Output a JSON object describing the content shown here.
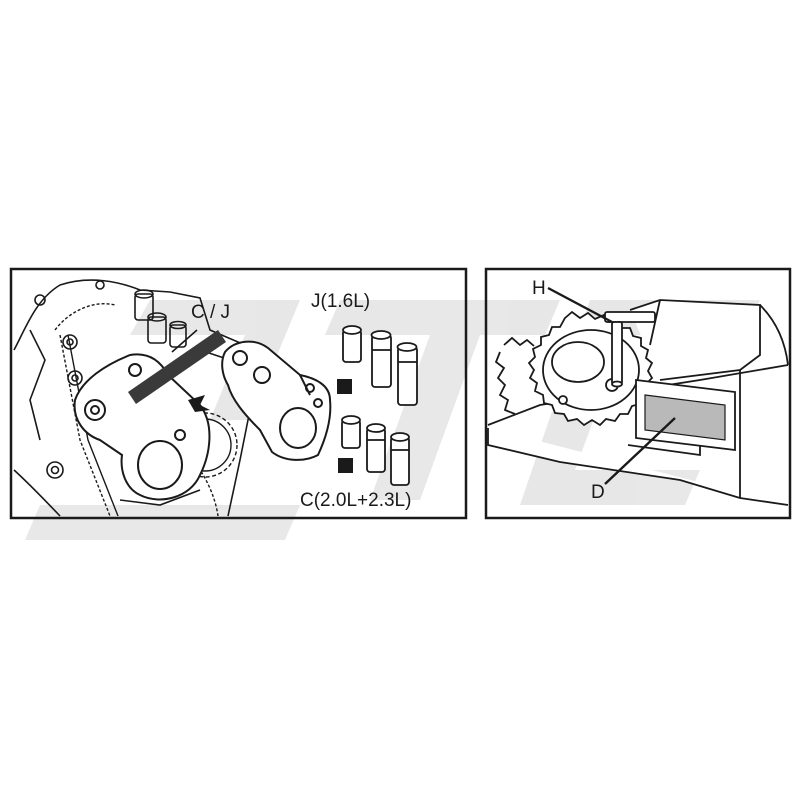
{
  "left_panel": {
    "label_tool": "C / J",
    "label_j": "J(1.6L)",
    "label_c": "C(2.0L+2.3L)"
  },
  "right_panel": {
    "label_h": "H",
    "label_d": "D"
  },
  "colors": {
    "line": "#1a1a1a",
    "fill": "#ffffff",
    "tool_fill": "#3a3a3a",
    "watermark": "#dcdcdc"
  },
  "watermark_text": "JTC"
}
